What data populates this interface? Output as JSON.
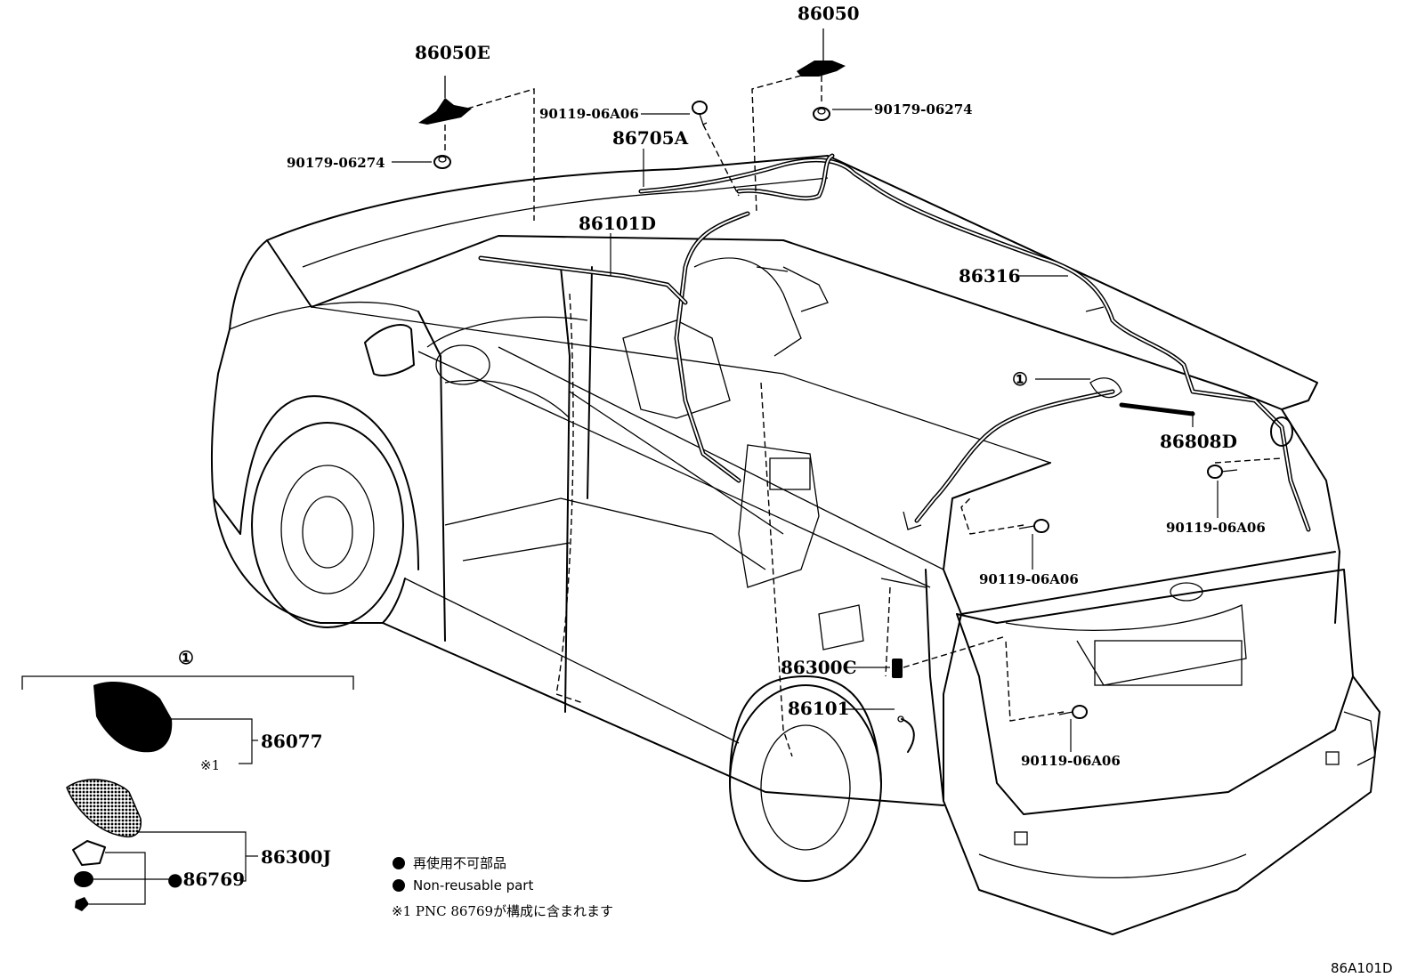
{
  "callouts": {
    "p86050": "86050",
    "p86050E": "86050E",
    "p90179_left": "90179-06274",
    "p90179_right": "90179-06274",
    "p90119_top": "90119-06A06",
    "p86705A": "86705A",
    "p86101D": "86101D",
    "p86316": "86316",
    "p86808D": "86808D",
    "p90119_rear_upper": "90119-06A06",
    "p90119_rear_mid": "90119-06A06",
    "p90119_rear_lower": "90119-06A06",
    "p86300C": "86300C",
    "p86101": "86101",
    "ref_marker": "①"
  },
  "inset": {
    "ref_marker": "①",
    "p86077": "86077",
    "note_mark": "※1",
    "p86300J": "86300J",
    "p86769": "●86769"
  },
  "legend": {
    "line_ja": "再使用不可部品",
    "line_en": "Non-reusable part",
    "note": "※1 PNC 86769が構成に含まれます"
  },
  "figure_id": "86A101D"
}
